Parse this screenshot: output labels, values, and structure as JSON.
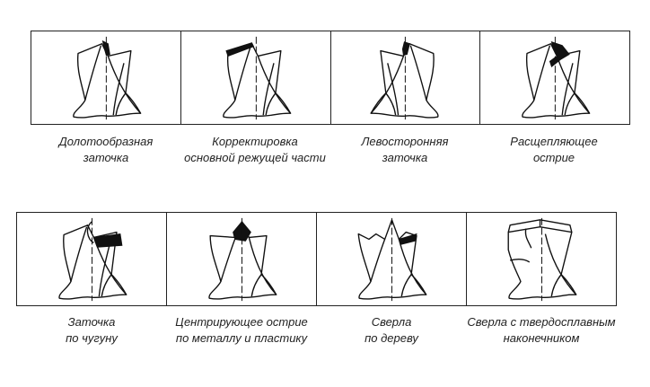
{
  "rows": [
    {
      "items": [
        {
          "lines": [
            "Долотообразная",
            "заточка"
          ],
          "icon": "chisel-point-drill-icon"
        },
        {
          "lines": [
            "Корректировка",
            "основной режущей части"
          ],
          "icon": "corrected-cutting-edge-drill-icon"
        },
        {
          "lines": [
            "Левосторонняя",
            "заточка"
          ],
          "icon": "left-hand-point-drill-icon"
        },
        {
          "lines": [
            "Расщепляющее",
            "острие"
          ],
          "icon": "split-point-drill-icon"
        }
      ]
    },
    {
      "items": [
        {
          "lines": [
            "Заточка",
            "по чугуну"
          ],
          "icon": "cast-iron-point-drill-icon"
        },
        {
          "lines": [
            "Центрирующее острие",
            "по металлу и пластику"
          ],
          "icon": "centering-point-drill-icon"
        },
        {
          "lines": [
            "Сверла",
            "по дереву"
          ],
          "icon": "wood-drill-icon"
        },
        {
          "lines": [
            "Сверла с твердосплавным",
            "наконечником"
          ],
          "icon": "carbide-tip-drill-icon"
        }
      ]
    }
  ]
}
